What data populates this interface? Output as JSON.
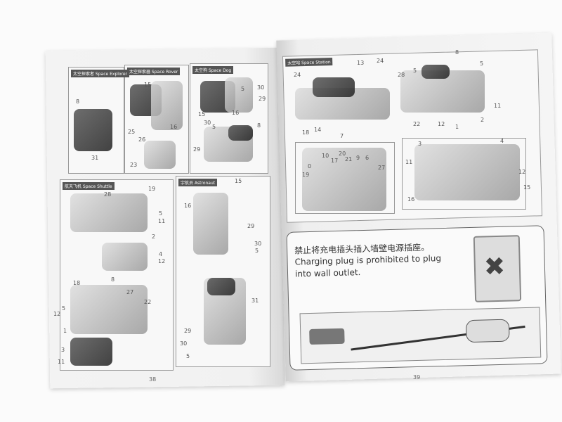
{
  "left_page": {
    "page_number": "38",
    "panels": [
      {
        "title": "太空探索者 Space Explorer",
        "callouts": [
          "8",
          "31"
        ]
      },
      {
        "title": "太空探索器 Space Rover",
        "callouts": [
          "15",
          "25",
          "26",
          "16",
          "23"
        ]
      },
      {
        "title": "太空狗 Space Dog",
        "callouts": [
          "5",
          "30",
          "29",
          "15",
          "16",
          "30",
          "5",
          "8",
          "29"
        ]
      },
      {
        "title": "航天飞机 Space Shuttle",
        "callouts": [
          "28",
          "19",
          "5",
          "11",
          "2",
          "4",
          "12",
          "18",
          "8",
          "27",
          "22",
          "5",
          "12",
          "1",
          "3",
          "11"
        ]
      },
      {
        "title": "宇航员 Astronaut",
        "callouts": [
          "15",
          "16",
          "29",
          "30",
          "5",
          "31",
          "29",
          "30",
          "5"
        ]
      }
    ]
  },
  "right_page": {
    "page_number": "39",
    "station": {
      "title": "太空站 Space Station",
      "callouts": [
        "24",
        "13",
        "24",
        "8",
        "28",
        "5",
        "5",
        "11",
        "2",
        "22",
        "12",
        "1",
        "18",
        "14",
        "7",
        "0",
        "19",
        "10",
        "17",
        "20",
        "21",
        "9",
        "6",
        "27",
        "3",
        "4",
        "11",
        "12",
        "15",
        "16"
      ]
    },
    "warning": {
      "text_cn": "禁止将充电插头插入墙壁电源插座。",
      "text_en_1": "Charging plug is prohibited to plug",
      "text_en_2": "into wall outlet."
    }
  }
}
